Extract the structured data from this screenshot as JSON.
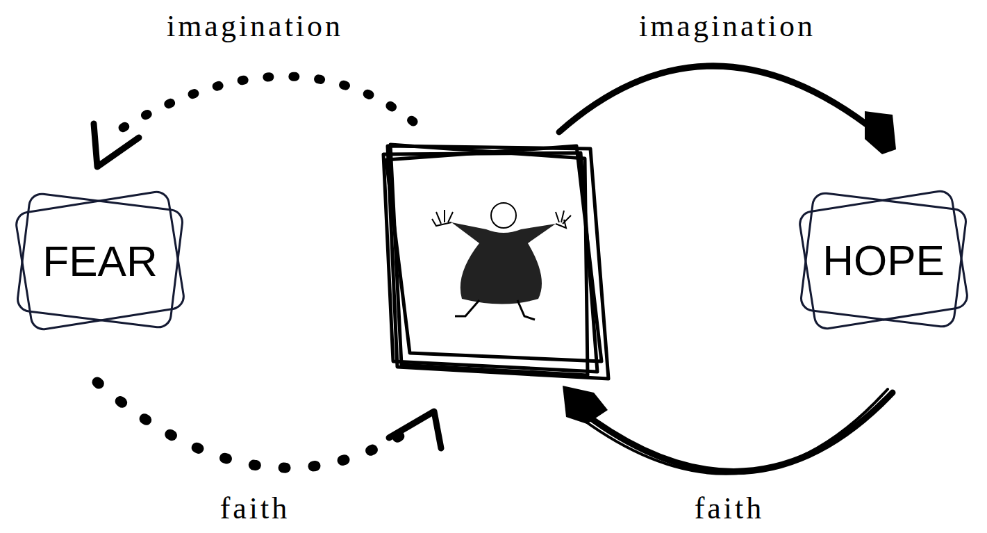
{
  "diagram": {
    "nodes": [
      {
        "text": [
          "FEAR"
        ]
      },
      {
        "text": [
          "HOPE"
        ]
      }
    ],
    "edges": [],
    "labels": [
      "imagination",
      "faith",
      "imagination",
      "faith"
    ]
  }
}
